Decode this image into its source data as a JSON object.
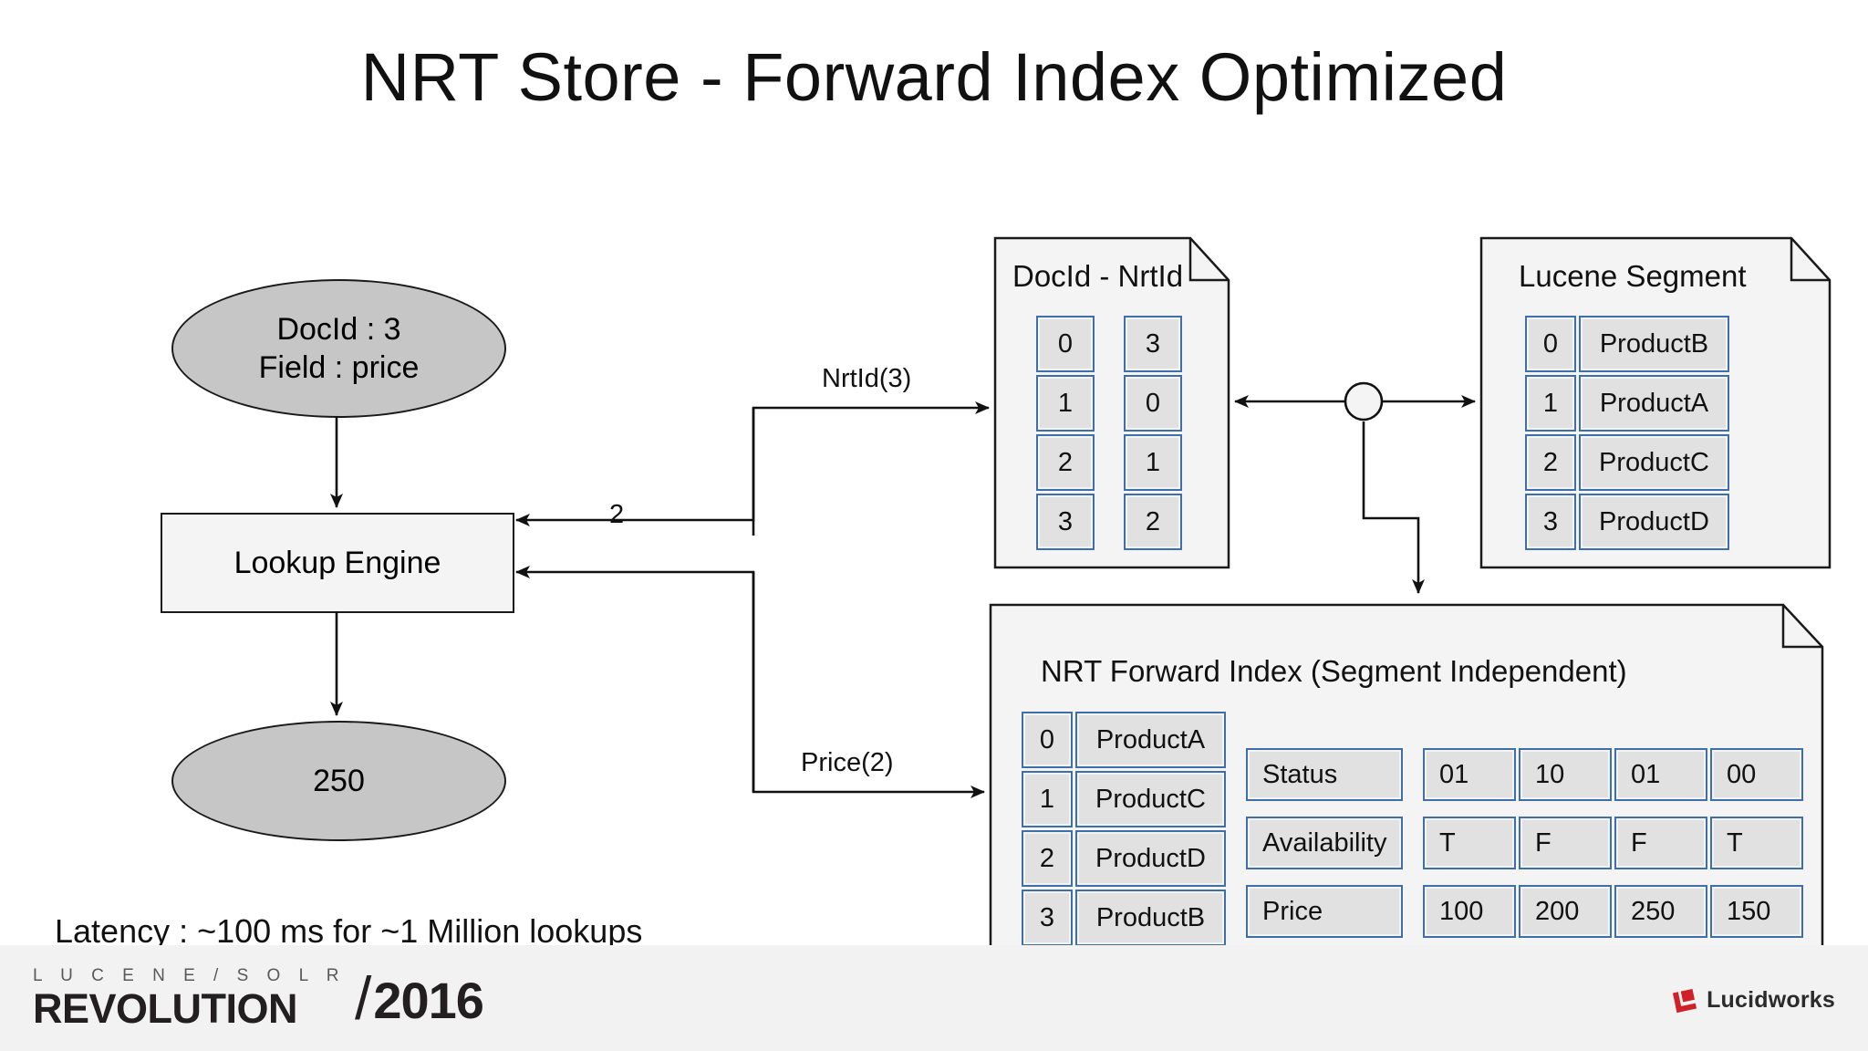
{
  "slide": {
    "title": "NRT Store - Forward Index Optimized",
    "latency_note": "Latency :  ~100 ms for ~1 Million lookups"
  },
  "nodes": {
    "query": {
      "line1": "DocId : 3",
      "line2": "Field : price"
    },
    "engine": {
      "label": "Lookup Engine"
    },
    "result": {
      "label": "250"
    },
    "docid_nrtid": {
      "title": "DocId - NrtId"
    },
    "lucene_segment": {
      "title": "Lucene Segment"
    },
    "nrt_forward_index": {
      "title": "NRT Forward Index (Segment Independent)"
    }
  },
  "edges": {
    "nrtid_label": "NrtId(3)",
    "two_label": "2",
    "price_label": "Price(2)"
  },
  "tables": {
    "docid_nrtid": {
      "docids": [
        "0",
        "1",
        "2",
        "3"
      ],
      "nrtids": [
        "3",
        "0",
        "1",
        "2"
      ]
    },
    "lucene_segment": {
      "rows": [
        {
          "id": "0",
          "name": "ProductB"
        },
        {
          "id": "1",
          "name": "ProductA"
        },
        {
          "id": "2",
          "name": "ProductC"
        },
        {
          "id": "3",
          "name": "ProductD"
        }
      ]
    },
    "nrt_docs": {
      "rows": [
        {
          "id": "0",
          "name": "ProductA"
        },
        {
          "id": "1",
          "name": "ProductC"
        },
        {
          "id": "2",
          "name": "ProductD"
        },
        {
          "id": "3",
          "name": "ProductB"
        }
      ]
    },
    "nrt_fields": {
      "rows": [
        {
          "field": "Status",
          "values": [
            "01",
            "10",
            "01",
            "00"
          ]
        },
        {
          "field": "Availability",
          "values": [
            "T",
            "F",
            "F",
            "T"
          ]
        },
        {
          "field": "Price",
          "values": [
            "100",
            "200",
            "250",
            "150"
          ]
        }
      ]
    }
  },
  "footer": {
    "conference_top": "L U C E N E  /  S O L R",
    "conference_main": "REVOLUTION",
    "slash": "/",
    "year": "2016",
    "vendor": "Lucidworks"
  },
  "colors": {
    "cell_fill": "#e1e1e1",
    "cell_border": "#3f6fa8",
    "shape_fill": "#c6c6c6",
    "box_fill": "#f4f4f4",
    "footer_bg": "#f2f2f2",
    "vendor_red": "#cf2127"
  }
}
